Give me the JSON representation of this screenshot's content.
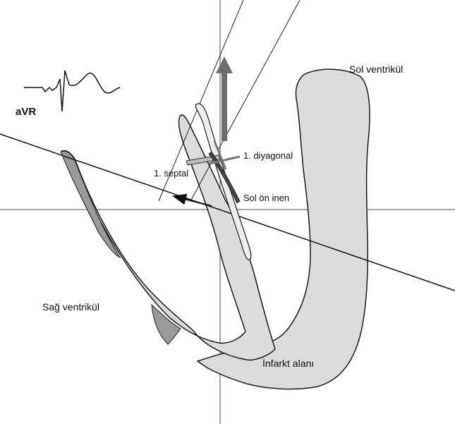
{
  "labels": {
    "lead": "aVR",
    "left_ventricle": "Sol ventrikül",
    "right_ventricle": "Sağ ventrikül",
    "first_septal": "1. septal",
    "first_diagonal": "1. diyagonal",
    "lad": "Sol ön inen",
    "infarct_area": "İnfarkt alanı"
  },
  "colors": {
    "myocardium_fill": "#dcdcdc",
    "infarct_fill": "#9a9a9a",
    "vector_arrow": "#6e6e6e",
    "outline": "#1a1a1a"
  }
}
